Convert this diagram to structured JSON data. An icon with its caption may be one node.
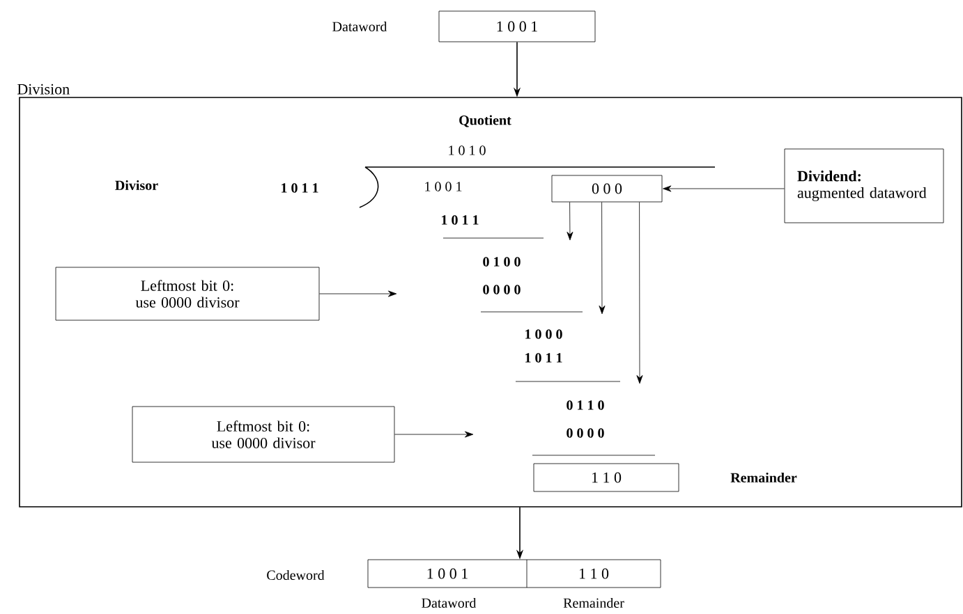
{
  "diagram": {
    "nodes": [
      {
        "text": [
          "1 0 0 1"
        ],
        "beside": [
          "Dataword"
        ]
      },
      {
        "text": [
          "Division"
        ]
      },
      {
        "text": [
          "0 0 0"
        ],
        "in": 1
      },
      {
        "text": [
          "**Dividend:** augmented dataword"
        ],
        "in": 1
      },
      {
        "text": [
          "Leftmost bit 0: use 0000 divisor"
        ],
        "in": 1
      },
      {
        "text": [
          "Leftmost bit 0: use 0000 divisor"
        ],
        "in": 1
      },
      {
        "text": [
          "1 1 0"
        ],
        "beside": [
          "Remainder"
        ],
        "in": 1
      },
      {
        "text": [
          "1 0 0 1",
          "1 1 0"
        ],
        "beside": [
          "Codeword",
          "Dataword",
          "Remainder"
        ]
      }
    ],
    "edges": [
      {
        "from": 0,
        "to": 1,
        "arrow": "to"
      },
      {
        "from": 3,
        "to": 2,
        "arrow": "to"
      },
      {
        "from": 2,
        "to": null,
        "arrow": "to"
      },
      {
        "from": 2,
        "to": null,
        "arrow": "to"
      },
      {
        "from": 2,
        "to": null,
        "arrow": "to"
      },
      {
        "from": 4,
        "to": null,
        "arrow": "to"
      },
      {
        "from": 5,
        "to": null,
        "arrow": "to"
      },
      {
        "from": 1,
        "to": 7,
        "arrow": "to"
      }
    ],
    "labels": [
      "Quotient",
      "1 0 1 0",
      "Divisor",
      "1 0 1 1",
      "1 0 0 1",
      "1 0 1 1",
      "0 1 0 0",
      "0 0 0 0",
      "1 0 0 0",
      "1 0 1 1",
      "0 1 1 0",
      "0 0 0 0"
    ]
  }
}
